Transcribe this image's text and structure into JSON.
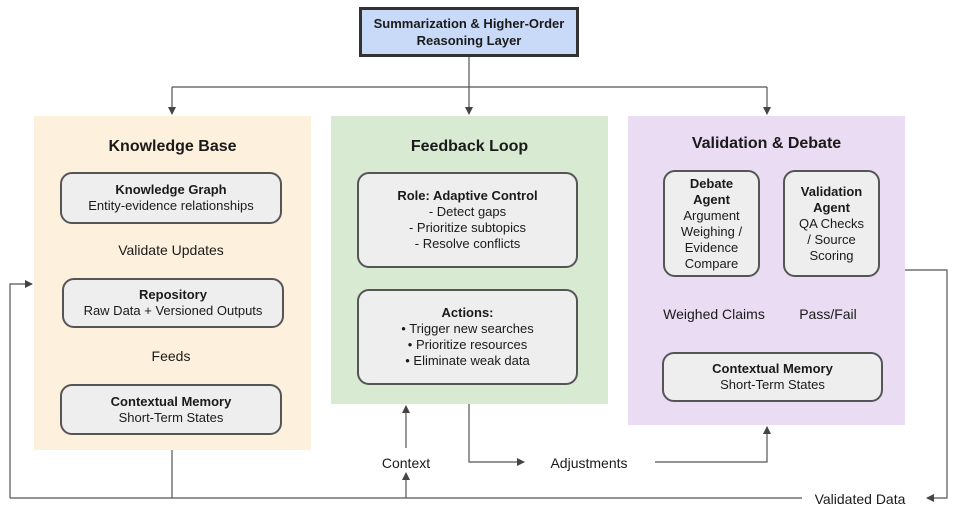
{
  "top": {
    "line1": "Summarization & Higher-Order",
    "line2": "Reasoning Layer"
  },
  "knowledge_base": {
    "title": "Knowledge Base",
    "graph": {
      "title": "Knowledge Graph",
      "desc": "Entity-evidence relationships"
    },
    "validate_label": "Validate Updates",
    "repo": {
      "title": "Repository",
      "desc": "Raw Data + Versioned Outputs"
    },
    "feeds_label": "Feeds",
    "memory": {
      "title": "Contextual Memory",
      "desc": "Short-Term States"
    }
  },
  "feedback": {
    "title": "Feedback Loop",
    "role": {
      "title": "Role: Adaptive Control",
      "items": [
        "- Detect gaps",
        "- Prioritize subtopics",
        "- Resolve conflicts"
      ]
    },
    "actions": {
      "title": "Actions:",
      "items": [
        "• Trigger new searches",
        "• Prioritize resources",
        "• Eliminate weak data"
      ]
    }
  },
  "validation": {
    "title": "Validation & Debate",
    "debate": {
      "title1": "Debate",
      "title2": "Agent",
      "lines": [
        "Argument",
        "Weighing /",
        "Evidence",
        "Compare"
      ]
    },
    "valagent": {
      "title1": "Validation",
      "title2": "Agent",
      "lines": [
        "QA Checks",
        "/ Source",
        "Scoring"
      ]
    },
    "weighed_label": "Weighed Claims",
    "passfail_label": "Pass/Fail",
    "memory": {
      "title": "Contextual Memory",
      "desc": "Short-Term States"
    }
  },
  "edge_labels": {
    "context": "Context",
    "adjustments": "Adjustments",
    "validated": "Validated Data"
  },
  "colors": {
    "kb_bg": "#fdf0dd",
    "fl_bg": "#d9ead3",
    "vd_bg": "#eadcf3",
    "top_bg": "#c9daf8"
  }
}
